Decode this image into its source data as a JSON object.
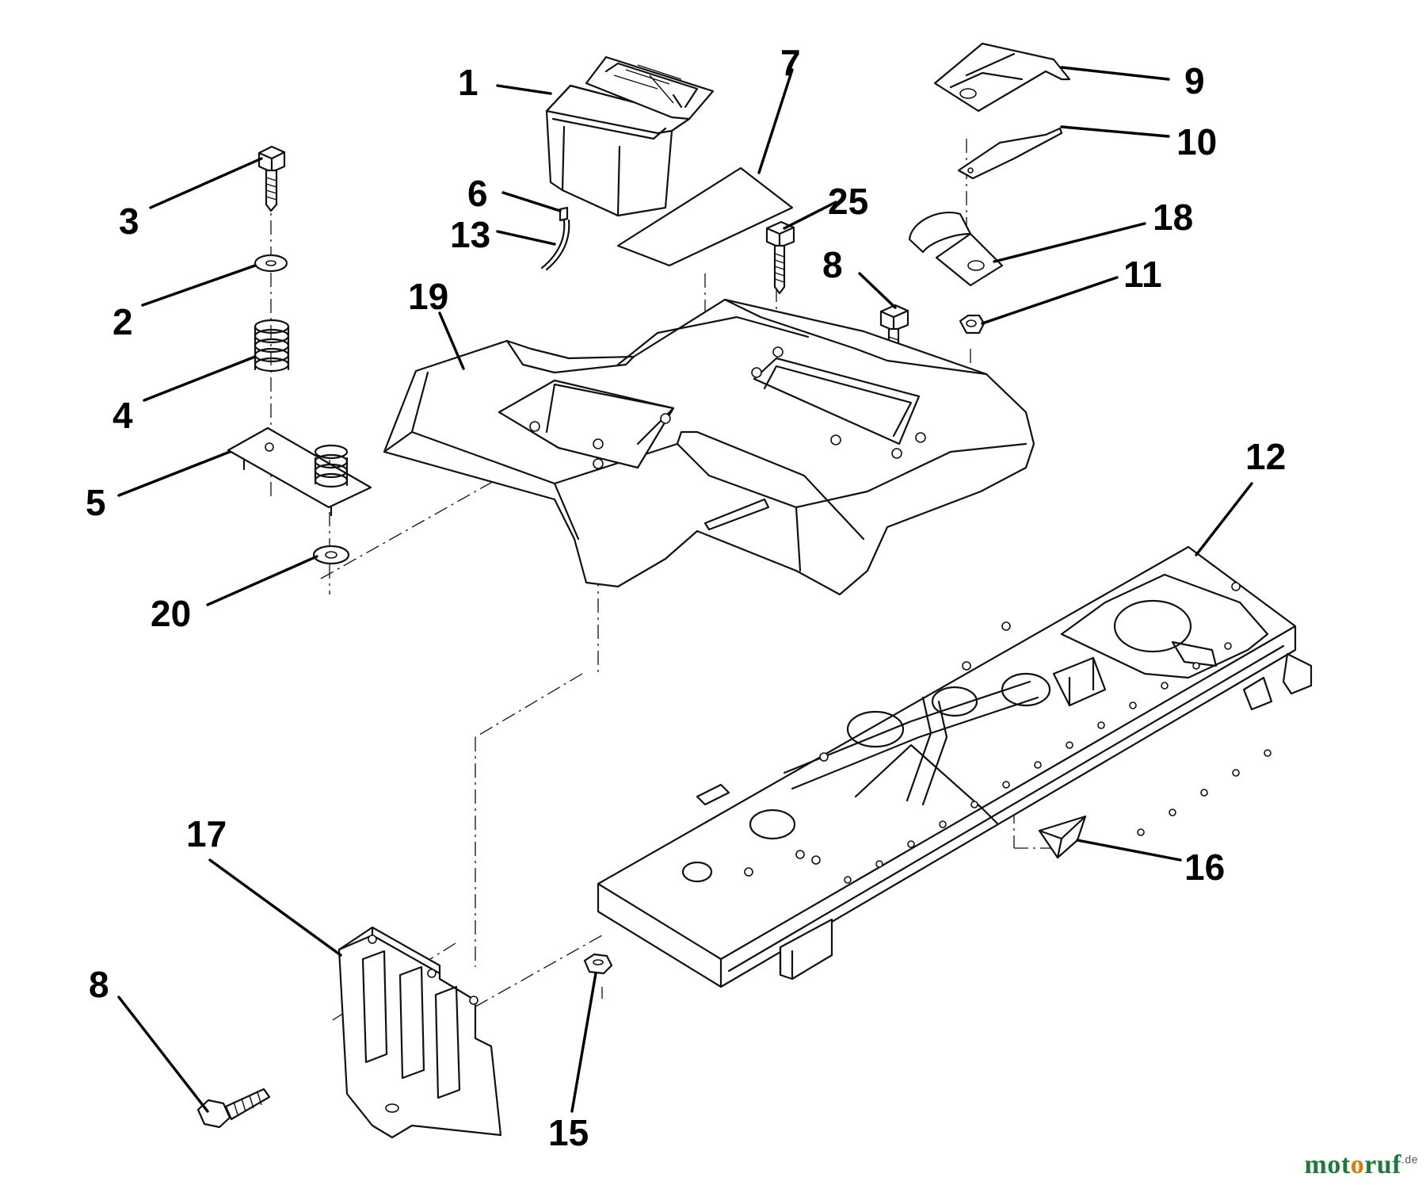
{
  "callouts": {
    "c1": "1",
    "c2": "2",
    "c3": "3",
    "c4": "4",
    "c5": "5",
    "c6": "6",
    "c7": "7",
    "c8a": "8",
    "c8b": "8",
    "c9": "9",
    "c10": "10",
    "c11": "11",
    "c12": "12",
    "c13": "13",
    "c15": "15",
    "c16": "16",
    "c17": "17",
    "c18": "18",
    "c19": "19",
    "c20": "20",
    "c25": "25"
  },
  "watermark": {
    "part1": "mot",
    "part2": "o",
    "part3": "ruf",
    "suffix": ".de"
  }
}
